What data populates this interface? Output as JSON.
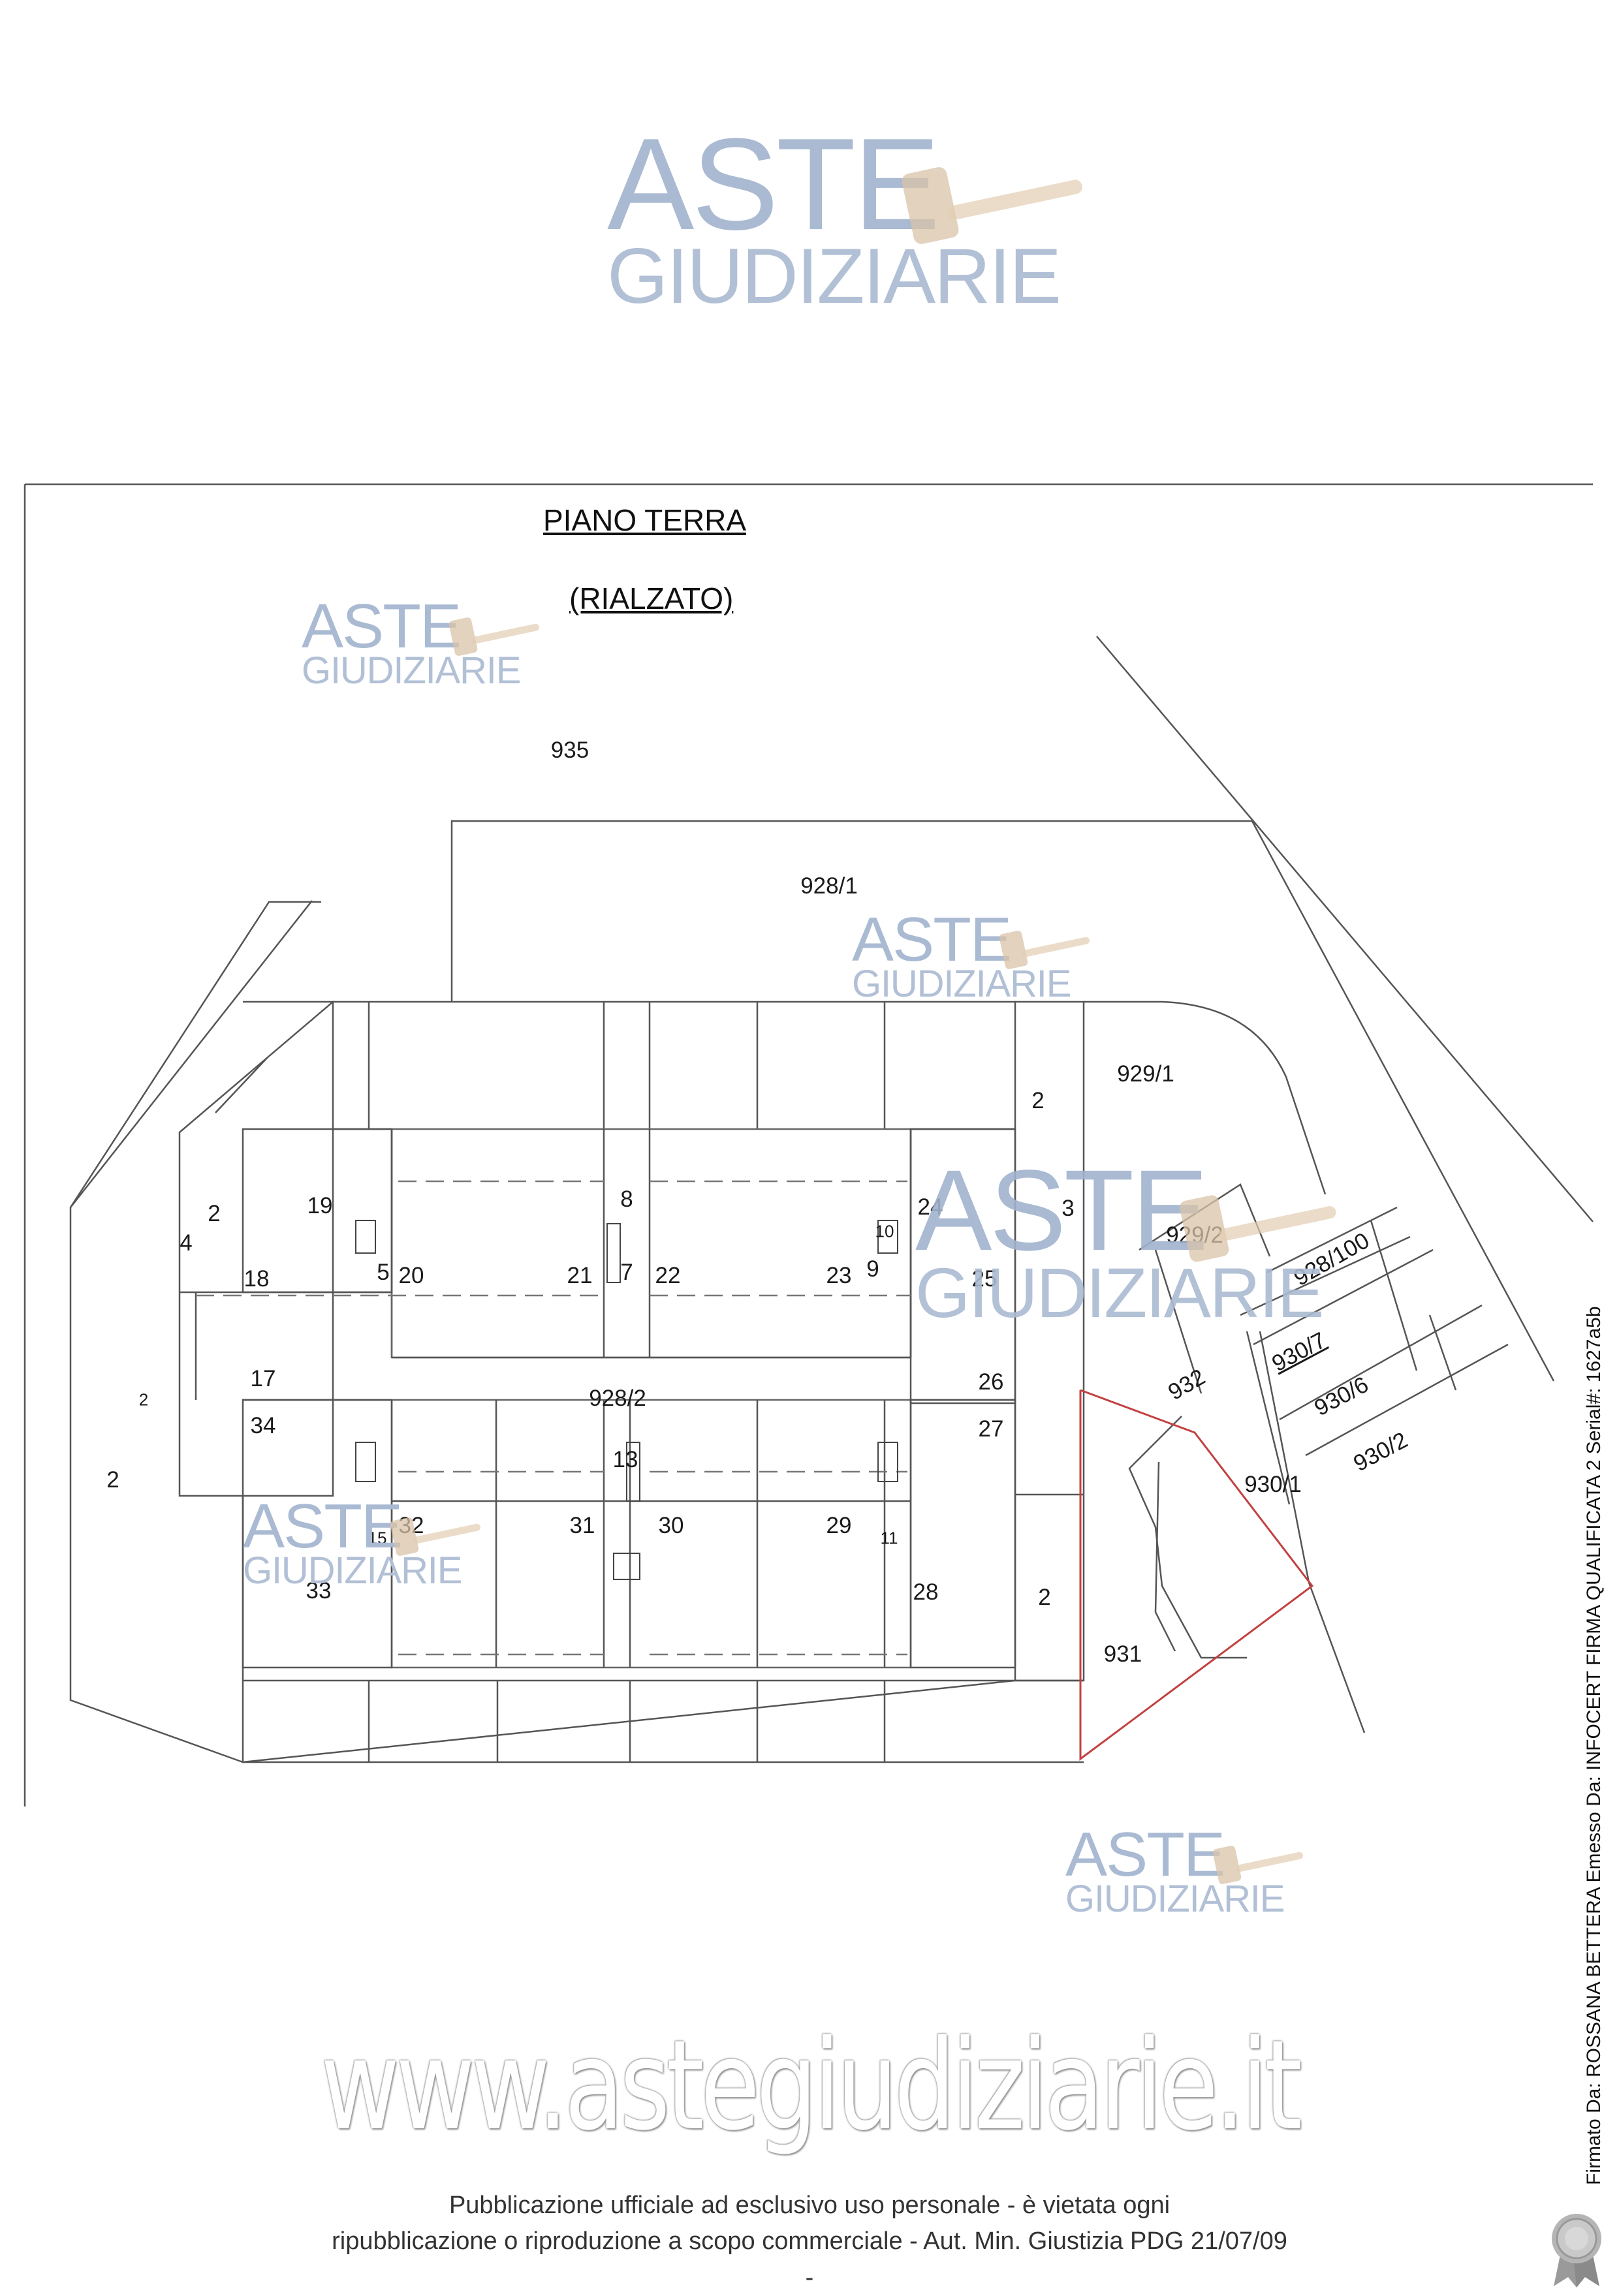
{
  "watermark": {
    "line1": "ASTE",
    "line2": "GIUDIZIARIE"
  },
  "plan": {
    "title_line1": "PIANO TERRA",
    "title_line2": "(RIALZATO)",
    "labels": [
      {
        "text": "935"
      },
      {
        "text": "928/1"
      },
      {
        "text": "929/1"
      },
      {
        "text": "929/2"
      },
      {
        "text": "928/100"
      },
      {
        "text": "930/7"
      },
      {
        "text": "930/6"
      },
      {
        "text": "930/2"
      },
      {
        "text": "932"
      },
      {
        "text": "930/1"
      },
      {
        "text": "931"
      },
      {
        "text": "928/2"
      },
      {
        "text": "2"
      },
      {
        "text": "2"
      },
      {
        "text": "2"
      },
      {
        "text": "2"
      },
      {
        "text": "2"
      },
      {
        "text": "3"
      },
      {
        "text": "4"
      },
      {
        "text": "5"
      },
      {
        "text": "7"
      },
      {
        "text": "8"
      },
      {
        "text": "9"
      },
      {
        "text": "13"
      },
      {
        "text": "17"
      },
      {
        "text": "18"
      },
      {
        "text": "19"
      },
      {
        "text": "20"
      },
      {
        "text": "21"
      },
      {
        "text": "22"
      },
      {
        "text": "23"
      },
      {
        "text": "24"
      },
      {
        "text": "25"
      },
      {
        "text": "26"
      },
      {
        "text": "27"
      },
      {
        "text": "28"
      },
      {
        "text": "29"
      },
      {
        "text": "30"
      },
      {
        "text": "31"
      },
      {
        "text": "32"
      },
      {
        "text": "33"
      },
      {
        "text": "34"
      },
      {
        "text": "10"
      },
      {
        "text": "11"
      },
      {
        "text": "15"
      }
    ]
  },
  "site_url": "www.astegiudiziarie.it",
  "footer": {
    "line1": "Pubblicazione ufficiale ad esclusivo uso personale - è vietata ogni",
    "line2": "ripubblicazione o riproduzione a scopo commerciale - Aut. Min. Giustizia PDG 21/07/09",
    "line3": "-"
  },
  "signature": "Firmato Da: ROSSANA BETTERA Emesso Da: INFOCERT FIRMA QUALIFICATA 2 Serial#: 1627a5b"
}
